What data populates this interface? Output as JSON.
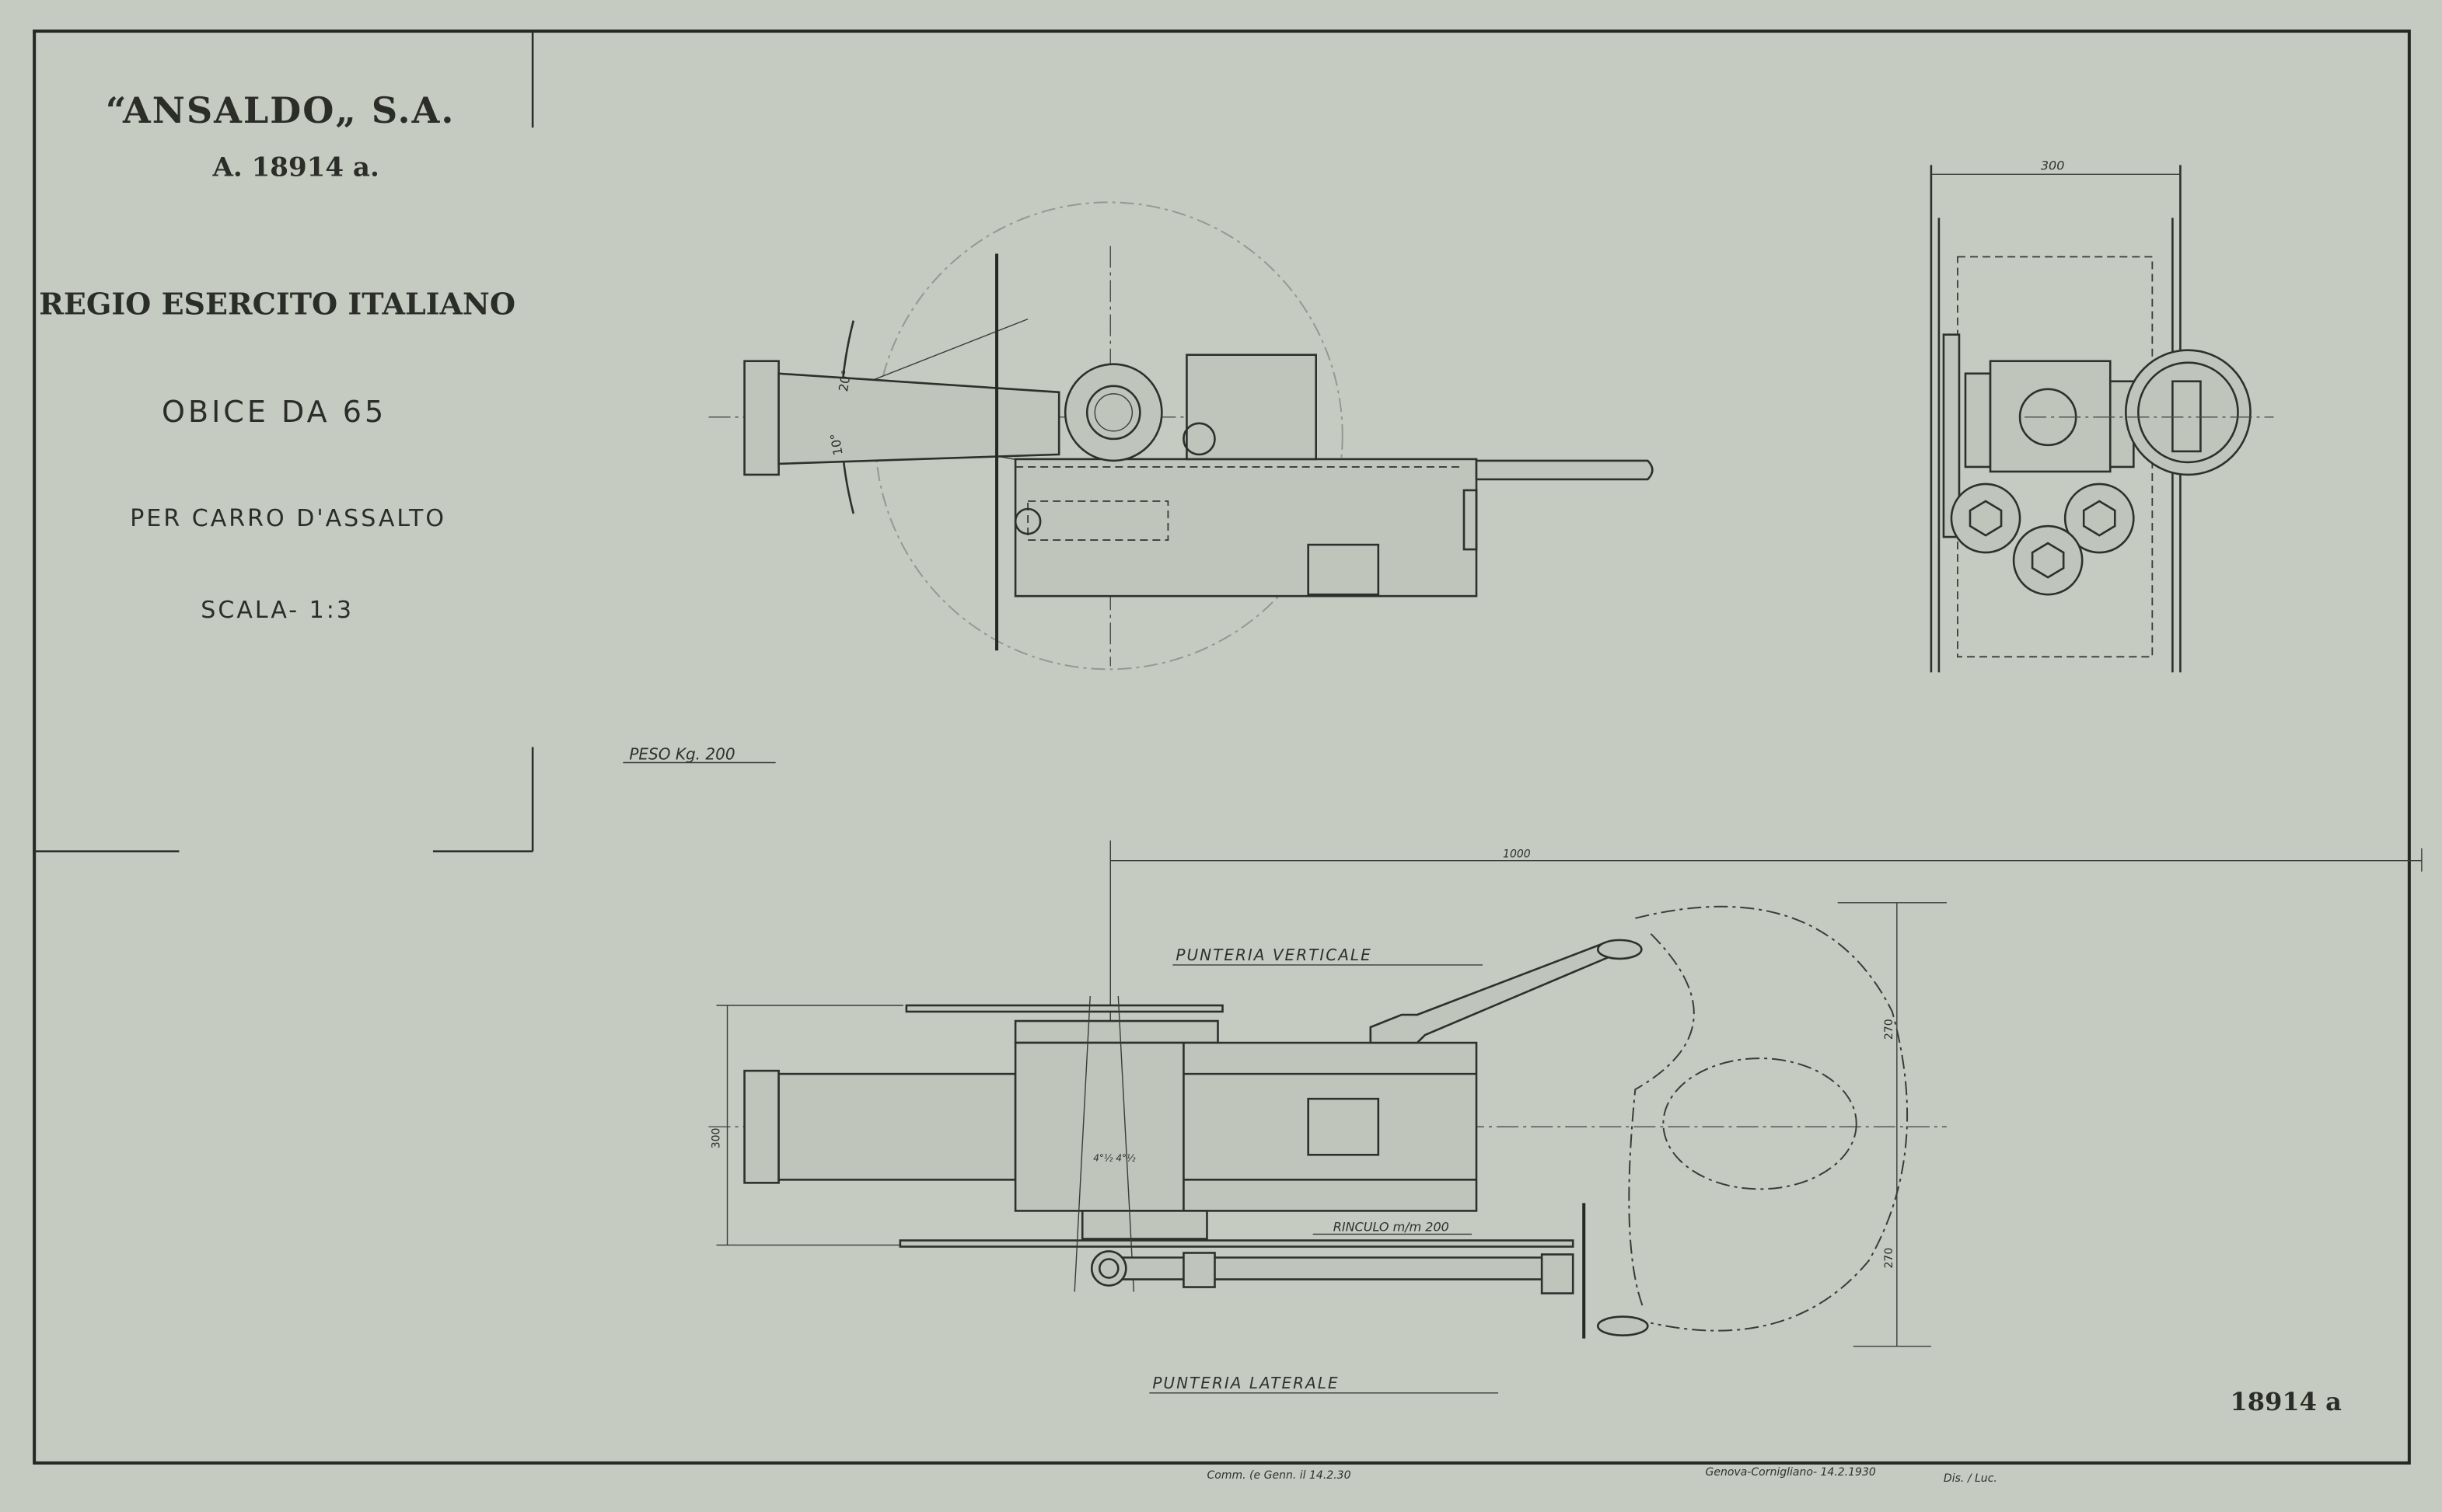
{
  "title_block": {
    "company": "“ANSALDO„ S.A.",
    "drawing_ref": "A. 18914 a.",
    "army": "REGIO ESERCITO ITALIANO",
    "subject": "OBICE DA 65",
    "purpose": "PER CARRO D'ASSALTO",
    "scale": "SCALA- 1:3"
  },
  "notes": {
    "weight": "PESO Kg. 200",
    "recoil": "RINCULO m/m 200",
    "vertical_aiming": "PUNTERIA VERTICALE",
    "lateral_aiming": "PUNTERIA LATERALE",
    "sheet_number": "18914 a"
  },
  "dimensions": {
    "end_view_width": "300",
    "overall_length": "1000",
    "height_left": "300",
    "reach_upper": "270",
    "reach_lower": "270",
    "elevation_up": "20°",
    "elevation_down": "10°",
    "traverse": "4°½ 4°½"
  },
  "footer": {
    "commission": "Comm. (e Genn. il 14.2.30",
    "place_date": "Genova-Cornigliano- 14.2.1930",
    "signatures": "Dis. / Luc."
  },
  "colors": {
    "paper": "#c5cbc1",
    "ink": "#2c2d29"
  }
}
